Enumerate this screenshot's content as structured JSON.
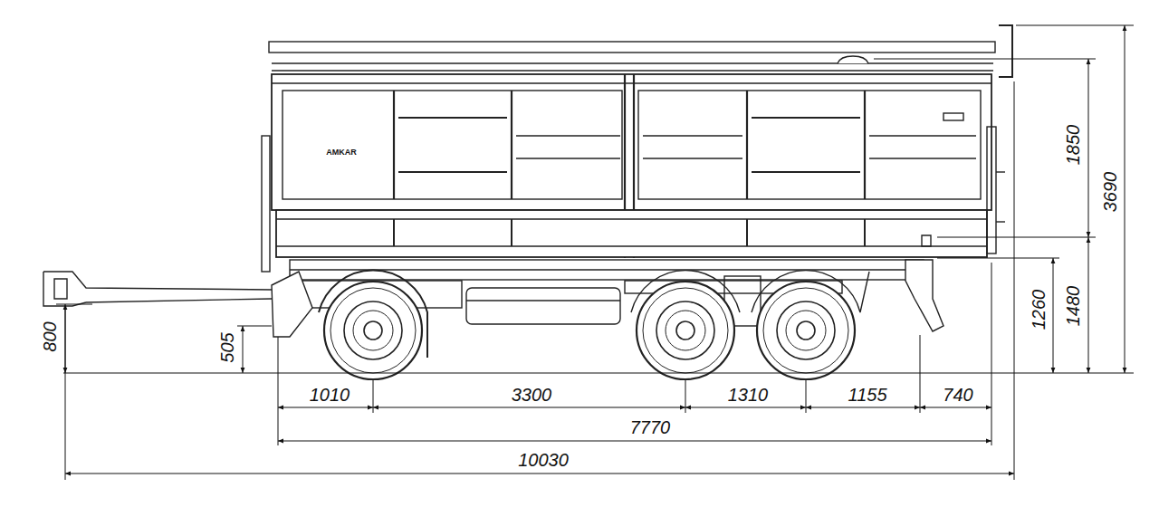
{
  "diagram": {
    "labels": [
      "AMKAR",
      "1850",
      "3690",
      "1260",
      "1480",
      "800",
      "505",
      "1010",
      "3300",
      "1310",
      "1155",
      "740",
      "7770",
      "10030"
    ]
  }
}
